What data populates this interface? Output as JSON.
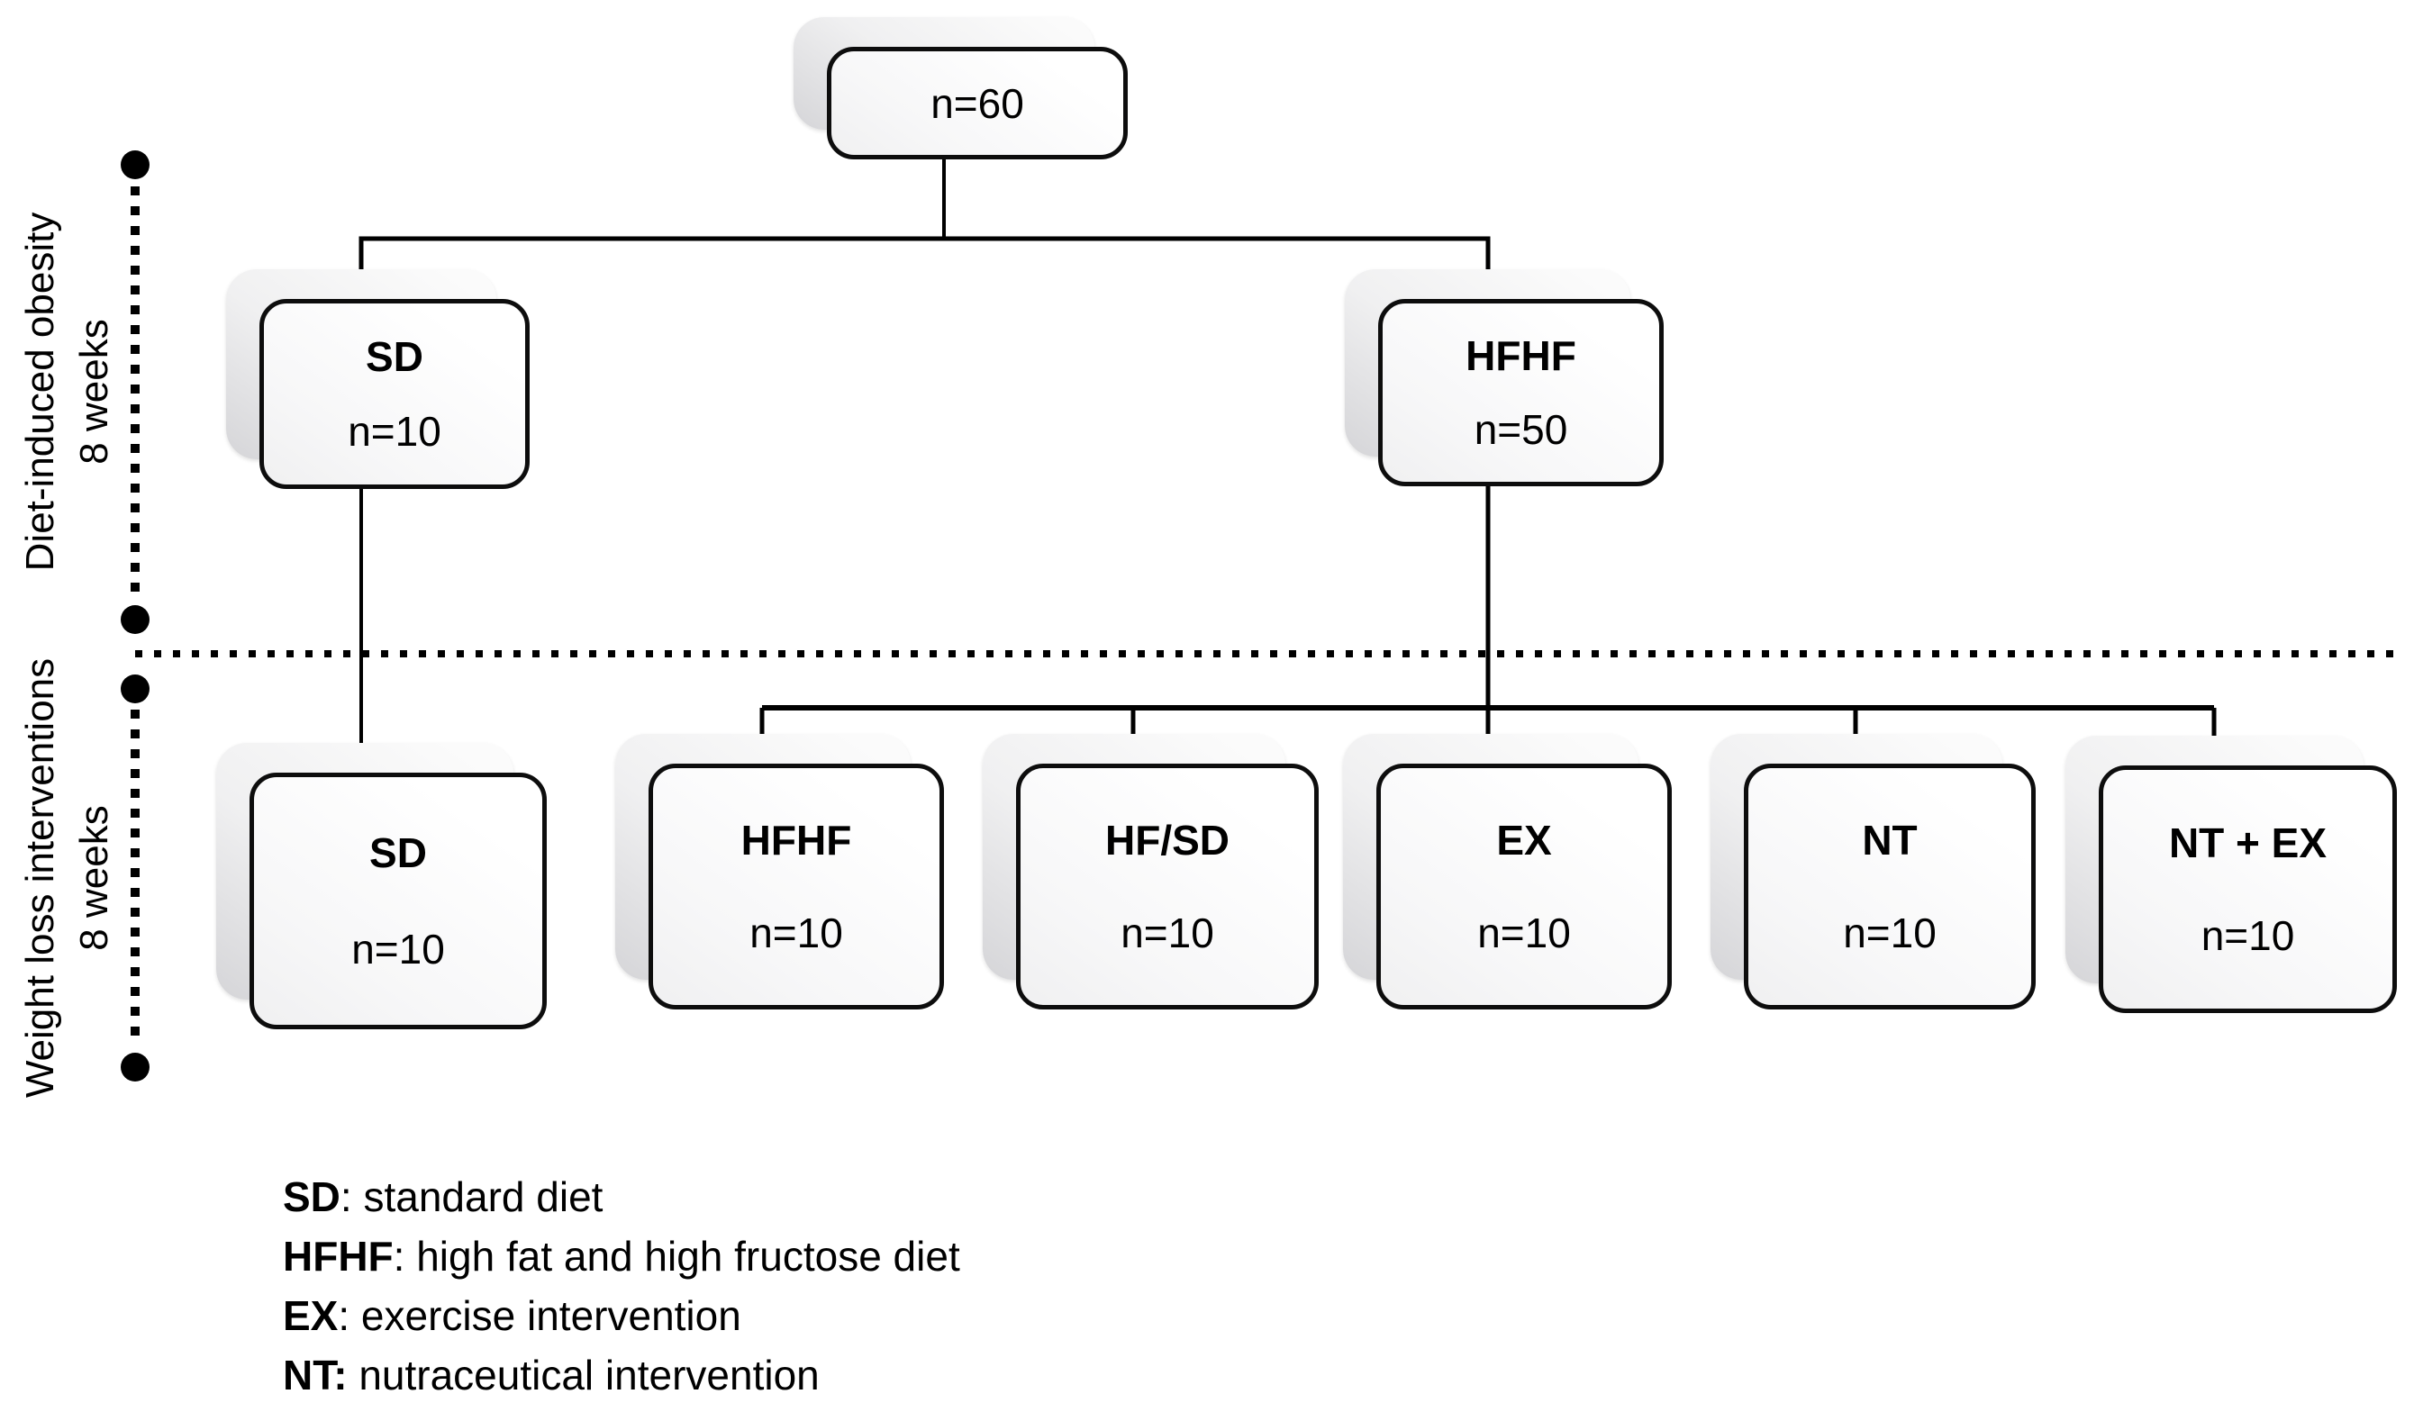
{
  "diagram": {
    "nodes": {
      "total": {
        "value": "n=60"
      },
      "sd_top": {
        "label": "SD",
        "value": "n=10"
      },
      "hfhf_top": {
        "label": "HFHF",
        "value": "n=50"
      },
      "sd_bottom": {
        "label": "SD",
        "value": "n=10"
      },
      "hfhf_bottom": {
        "label": "HFHF",
        "value": "n=10"
      },
      "hfsd_bottom": {
        "label": "HF/SD",
        "value": "n=10"
      },
      "ex_bottom": {
        "label": "EX",
        "value": "n=10"
      },
      "nt_bottom": {
        "label": "NT",
        "value": "n=10"
      },
      "ntex_bottom": {
        "label": "NT + EX",
        "value": "n=10"
      }
    },
    "phases": [
      {
        "title": "Diet-induced obesity",
        "duration": "8 weeks"
      },
      {
        "title": "Weight loss interventions",
        "duration": "8 weeks"
      }
    ],
    "legend": [
      {
        "abbr": "SD",
        "desc": ": standard diet"
      },
      {
        "abbr": "HFHF",
        "desc": ": high fat and high fructose diet"
      },
      {
        "abbr": "EX",
        "desc": ": exercise intervention"
      },
      {
        "abbr": "NT:",
        "desc": " nutraceutical intervention"
      }
    ],
    "colors": {
      "line": "#000000",
      "box_border": "#0d0d0d",
      "box_fill": "#fbfbfb",
      "shadow_gray": "#d5d5d8"
    }
  }
}
